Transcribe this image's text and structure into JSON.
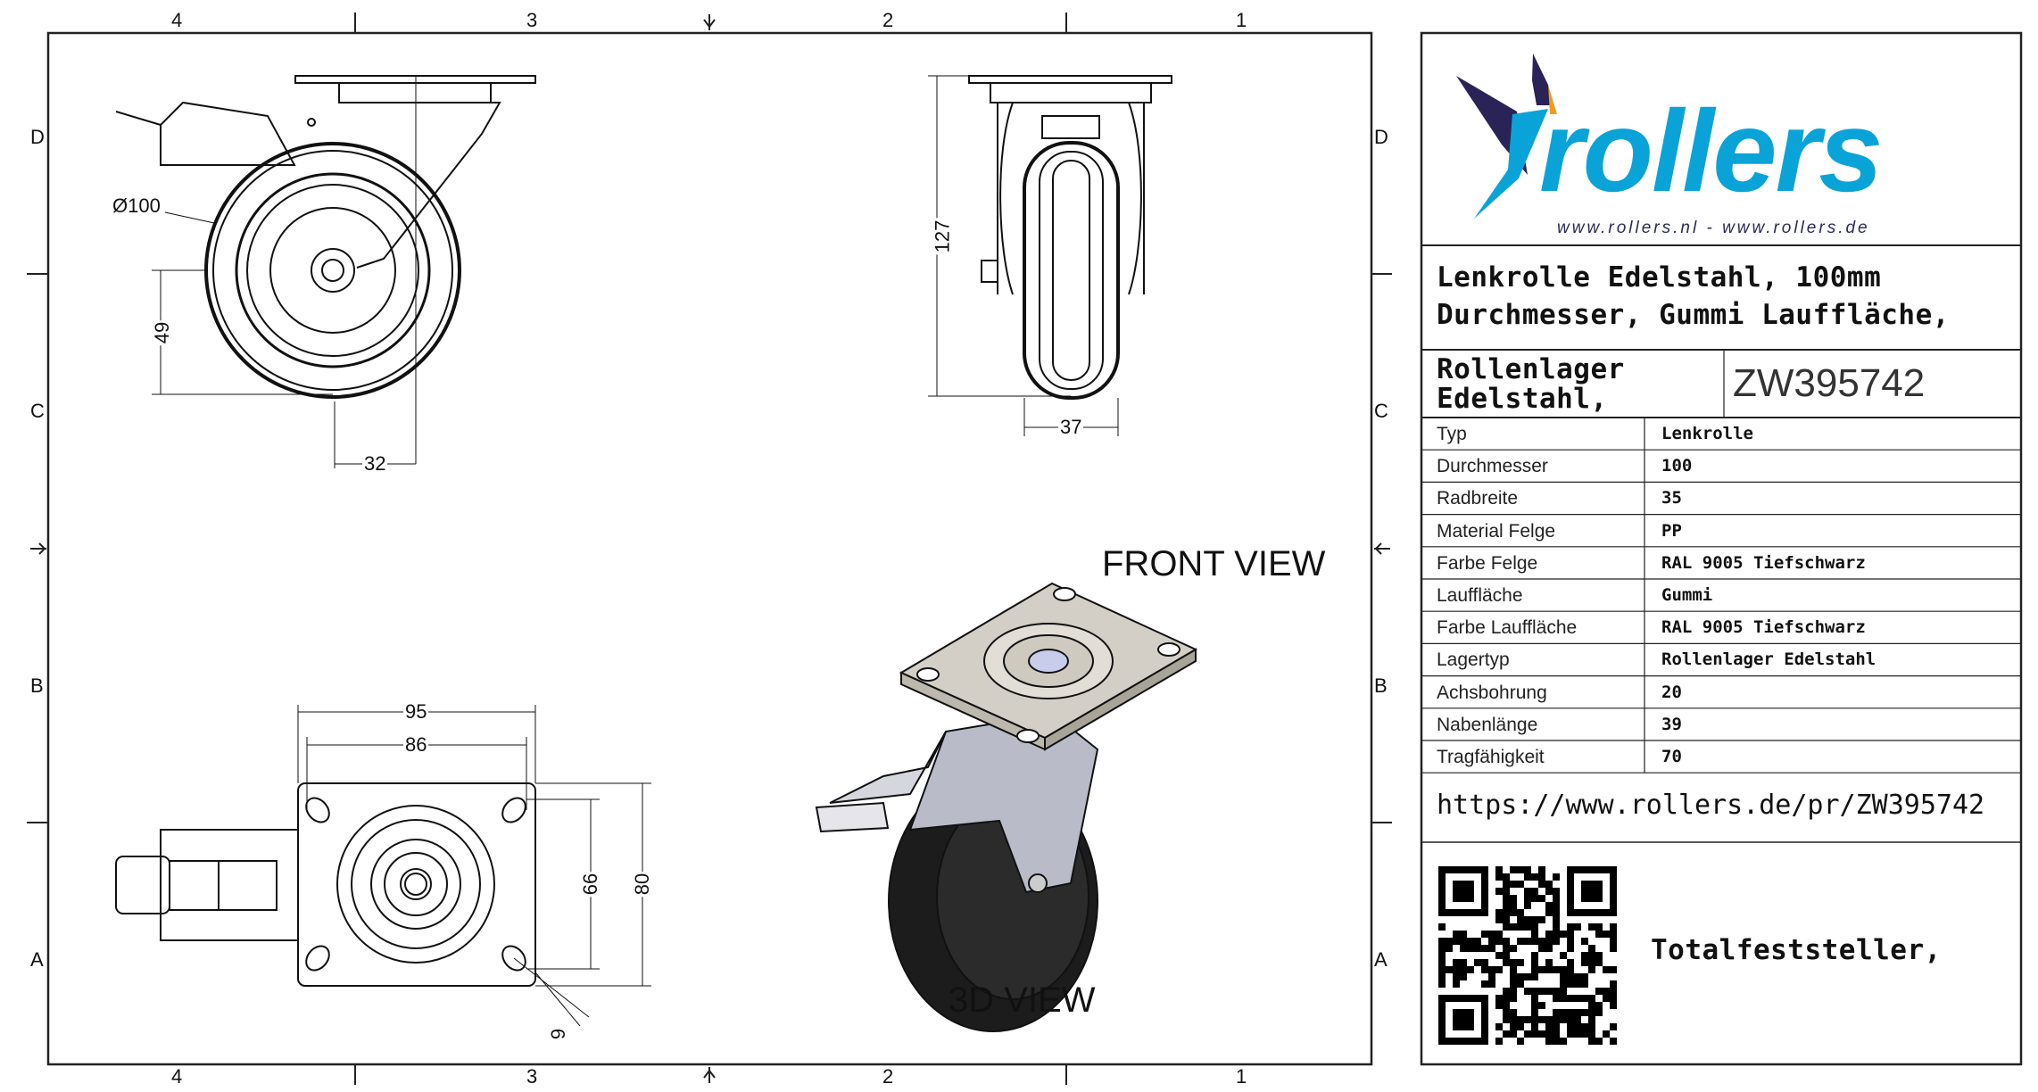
{
  "border": {
    "columns": [
      "4",
      "3",
      "2",
      "1"
    ],
    "rows": [
      "D",
      "C",
      "B",
      "A"
    ]
  },
  "drawing": {
    "side_view": {
      "diameter": "Ø100",
      "height": "49",
      "offset": "32"
    },
    "front_view_dims": {
      "height": "127",
      "width": "37"
    },
    "top_view": {
      "outer_width": "95",
      "hole_spacing_x": "86",
      "hole_spacing_y": "66",
      "outer_height": "80",
      "hole_diameter": "9"
    },
    "label_front": "FRONT VIEW",
    "label_3d": "3D VIEW"
  },
  "logo": {
    "word": "rollers",
    "urls": "www.rollers.nl  -  www.rollers.de",
    "colors": {
      "brand_blue": "#0aa3d8",
      "navy": "#2a2357",
      "orange": "#f39a1e"
    }
  },
  "title_block": {
    "line1": "Lenkrolle Edelstahl, 100mm",
    "line2": "Durchmesser, Gummi Lauffläche,",
    "line3": "Rollenlager Edelstahl,",
    "line4": "Totalfeststeller,",
    "article_no": "ZW395742",
    "specs": [
      {
        "label": "Typ",
        "value": "Lenkrolle"
      },
      {
        "label": "Durchmesser",
        "value": "100"
      },
      {
        "label": "Radbreite",
        "value": "35"
      },
      {
        "label": "Material Felge",
        "value": "PP"
      },
      {
        "label": "Farbe Felge",
        "value": "RAL 9005 Tiefschwarz"
      },
      {
        "label": "Lauffläche",
        "value": "Gummi"
      },
      {
        "label": "Farbe Lauffläche",
        "value": "RAL 9005 Tiefschwarz"
      },
      {
        "label": "Lagertyp",
        "value": "Rollenlager Edelstahl"
      },
      {
        "label": "Achsbohrung",
        "value": "20"
      },
      {
        "label": "Nabenlänge",
        "value": "39"
      },
      {
        "label": "Tragfähigkeit",
        "value": "70"
      }
    ],
    "url": "https://www.rollers.de/pr/ZW395742"
  }
}
